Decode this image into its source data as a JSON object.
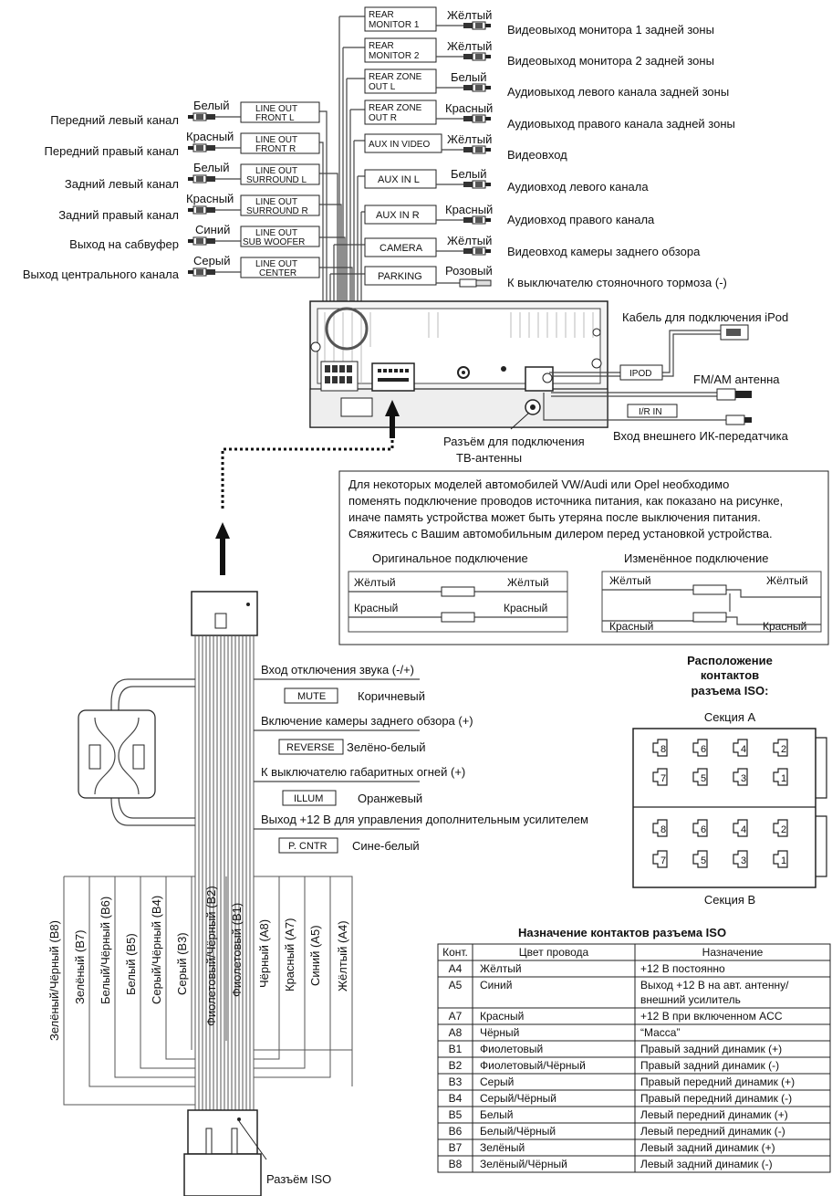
{
  "rca_right": [
    {
      "label1": "REAR",
      "label2": "MONITOR 1",
      "color": "Жёлтый",
      "desc": "Видеовыход монитора 1 задней зоны"
    },
    {
      "label1": "REAR",
      "label2": "MONITOR 2",
      "color": "Жёлтый",
      "desc": "Видеовыход монитора 2 задней зоны"
    },
    {
      "label1": "REAR ZONE",
      "label2": "OUT L",
      "color": "Белый",
      "desc": "Аудиовыход левого канала задней зоны"
    },
    {
      "label1": "REAR ZONE",
      "label2": "OUT R",
      "color": "Красный",
      "desc": "Аудиовыход правого канала задней зоны"
    },
    {
      "label1": "AUX IN VIDEO",
      "label2": "",
      "color": "Жёлтый",
      "desc": "Видеовход"
    },
    {
      "label1": "AUX IN L",
      "label2": "",
      "color": "Белый",
      "desc": "Аудиовход левого канала"
    },
    {
      "label1": "AUX IN R",
      "label2": "",
      "color": "Красный",
      "desc": "Аудиовход правого канала"
    },
    {
      "label1": "CAMERA",
      "label2": "",
      "color": "Жёлтый",
      "desc": "Видеовход камеры заднего обзора"
    },
    {
      "label1": "PARKING",
      "label2": "",
      "color": "Розовый",
      "desc": "К выключателю стояночного тормоза (-)"
    }
  ],
  "rca_left": [
    {
      "label1": "LINE OUT",
      "label2": "FRONT L",
      "color": "Белый",
      "desc": "Передний левый канал"
    },
    {
      "label1": "LINE OUT",
      "label2": "FRONT R",
      "color": "Красный",
      "desc": "Передний правый канал"
    },
    {
      "label1": "LINE OUT",
      "label2": "SURROUND L",
      "color": "Белый",
      "desc": "Задний левый канал"
    },
    {
      "label1": "LINE OUT",
      "label2": "SURROUND R",
      "color": "Красный",
      "desc": "Задний правый канал"
    },
    {
      "label1": "LINE OUT",
      "label2": "SUB WOOFER",
      "color": "Синий",
      "desc": "Выход на сабвуфер"
    },
    {
      "label1": "LINE OUT",
      "label2": "CENTER",
      "color": "Серый",
      "desc": "Выход центрального канала"
    }
  ],
  "unit": {
    "ipod_label": "IPOD",
    "ipod_desc": "Кабель для подключения iPod",
    "fm_desc": "FM/AM антенна",
    "ir_label": "I/R IN",
    "ir_desc": "Вход внешнего ИК-передатчика",
    "tv_desc1": "Разъём для подключения",
    "tv_desc2": "ТВ-антенны"
  },
  "note": {
    "line1": "Для некоторых моделей автомобилей VW/Audi или Opel необходимо",
    "line2": "поменять подключение проводов источника питания, как показано на рисунке,",
    "line3": "иначе память устройства может быть утеряна после выключения питания.",
    "line4": "Свяжитесь с Вашим автомобильным дилером перед установкой устройства.",
    "original_title": "Оригинальное подключение",
    "modified_title": "Изменённое подключение",
    "yellow": "Жёлтый",
    "red": "Красный"
  },
  "controls": [
    {
      "desc": "Вход отключения звука (-/+)",
      "label": "MUTE",
      "color": "Коричневый"
    },
    {
      "desc": "Включение камеры заднего обзора (+)",
      "label": "REVERSE",
      "color": "Зелёно-белый"
    },
    {
      "desc": "К выключателю габаритных огней (+)",
      "label": "ILLUM",
      "color": "Оранжевый"
    },
    {
      "desc": "Выход +12 В для управления дополнительным усилителем",
      "label": "P. CNTR",
      "color": "Сине-белый"
    }
  ],
  "iso_layout": {
    "title1": "Расположение",
    "title2": "контактов",
    "title3": "разъема ISO:",
    "section_a": "Секция A",
    "section_b": "Секция B",
    "pins_top": [
      "8",
      "6",
      "4",
      "2"
    ],
    "pins_bottom": [
      "7",
      "5",
      "3",
      "1"
    ]
  },
  "bundle_labels": [
    "Зелёный/Чёрный (B8)",
    "Зелёный (B7)",
    "Белый/Чёрный (B6)",
    "Белый (B5)",
    "Серый/Чёрный (B4)",
    "Серый (B3)",
    "Фиолетовый/Чёрный (B2)",
    "Фиолетовый (B1)",
    "Чёрный (A8)",
    "Красный (A7)",
    "Синий (A5)",
    "Жёлтый (A4)"
  ],
  "iso_connector_label": "Разъём ISO",
  "table": {
    "title": "Назначение контактов разъема ISO",
    "headers": [
      "Конт.",
      "Цвет провода",
      "Назначение"
    ],
    "rows": [
      [
        "A4",
        "Жёлтый",
        "+12 В постоянно",
        ""
      ],
      [
        "A5",
        "Синий",
        "Выход +12 В на авт. антенну/",
        "внешний усилитель"
      ],
      [
        "A7",
        "Красный",
        "+12 В при включенном ACC",
        ""
      ],
      [
        "A8",
        "Чёрный",
        "“Масса”",
        ""
      ],
      [
        "B1",
        "Фиолетовый",
        "Правый задний динамик (+)",
        ""
      ],
      [
        "B2",
        "Фиолетовый/Чёрный",
        "Правый задний динамик (-)",
        ""
      ],
      [
        "B3",
        "Серый",
        "Правый передний динамик (+)",
        ""
      ],
      [
        "B4",
        "Серый/Чёрный",
        "Правый передний динамик (-)",
        ""
      ],
      [
        "B5",
        "Белый",
        "Левый передний динамик (+)",
        ""
      ],
      [
        "B6",
        "Белый/Чёрный",
        "Левый передний динамик (-)",
        ""
      ],
      [
        "B7",
        "Зелёный",
        "Левый задний динамик (+)",
        ""
      ],
      [
        "B8",
        "Зелёный/Чёрный",
        "Левый задний динамик (-)",
        ""
      ]
    ]
  }
}
